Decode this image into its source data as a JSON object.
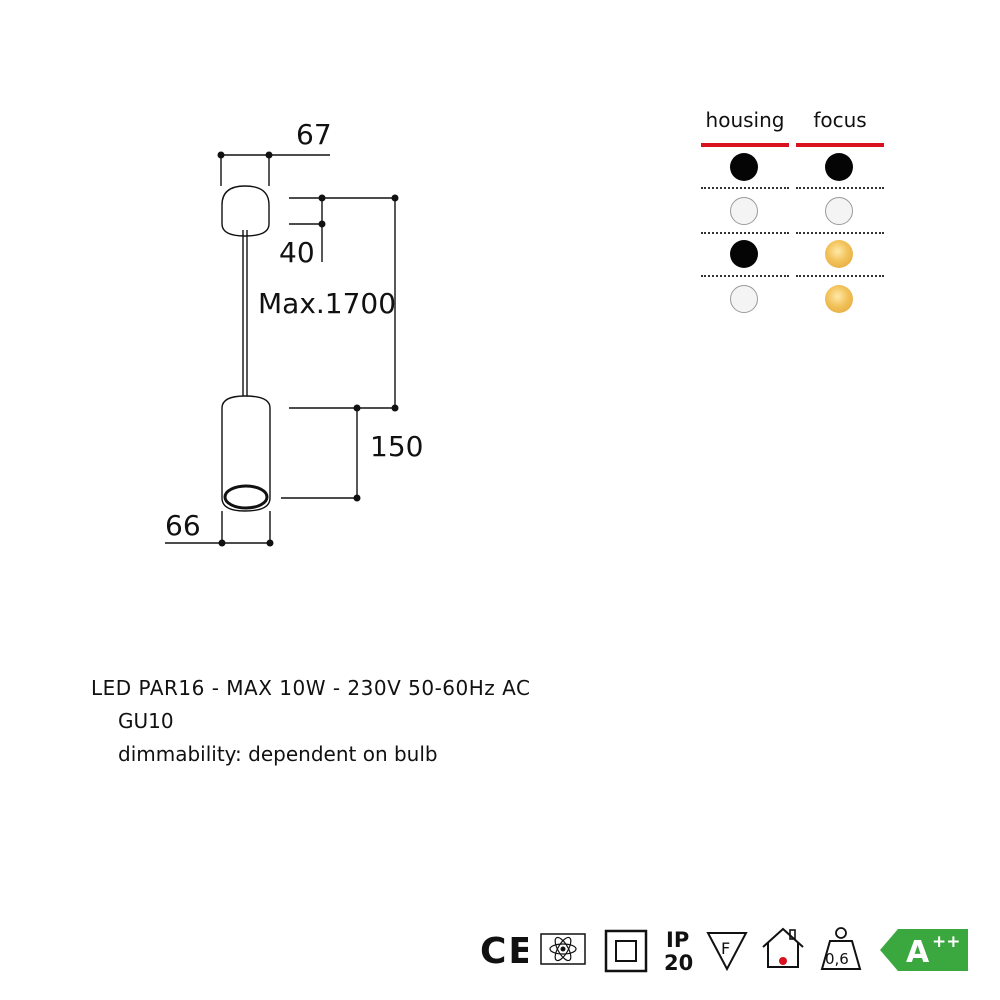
{
  "drawing": {
    "dimensions": {
      "top_width": "67",
      "canopy_height": "40",
      "cable_length": "Max.1700",
      "body_height": "150",
      "body_diameter": "66"
    }
  },
  "legend": {
    "headers": [
      "housing",
      "focus"
    ],
    "accent_color": "#d8121f",
    "rows": [
      {
        "housing": "black",
        "focus": "black"
      },
      {
        "housing": "white",
        "focus": "white"
      },
      {
        "housing": "black",
        "focus": "gold"
      },
      {
        "housing": "white",
        "focus": "gold"
      }
    ]
  },
  "specs": {
    "line1": "LED PAR16 - MAX 10W - 230V 50-60Hz AC",
    "line2": "GU10",
    "line3": "dimmability: dependent on bulb"
  },
  "certifications": {
    "ce": "CE",
    "ip_top": "IP",
    "ip_bottom": "20",
    "f_mark": "F",
    "weight": "0,6",
    "energy_class": "A",
    "energy_plus": "++",
    "energy_color": "#3aa83f",
    "icons": [
      "ce-mark-icon",
      "rohs-icon",
      "class-ii-icon",
      "ip20-icon",
      "f-mark-icon",
      "indoor-use-icon",
      "weight-icon",
      "energy-label-icon"
    ]
  }
}
